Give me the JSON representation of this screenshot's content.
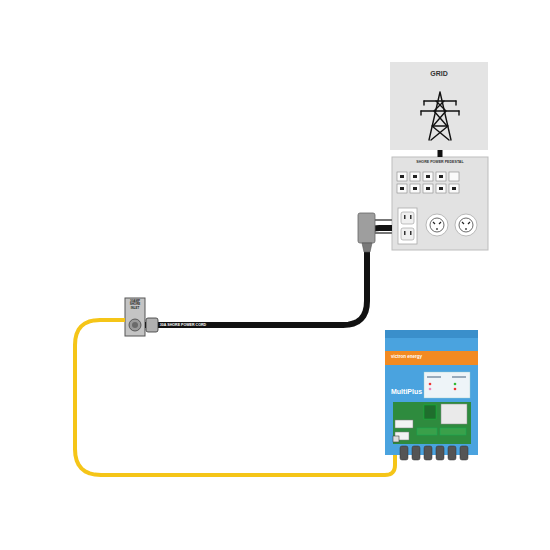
{
  "diagram": {
    "nodes": [
      {
        "text": [
          "GRID"
        ]
      },
      {
        "text": [
          "SHORE POWER PEDESTAL"
        ]
      },
      {
        "text": [
          "30AMP SHORE INLET"
        ]
      },
      {
        "text": [
          "victron energy",
          "MultiPlus"
        ]
      }
    ],
    "edges": [
      {
        "from": 0,
        "to": 1,
        "arrow": "none"
      },
      {
        "from": 1,
        "to": 2,
        "arrow": "none",
        "label": "30A SHORE POWER CORD"
      },
      {
        "from": 2,
        "to": 3,
        "arrow": "none"
      }
    ]
  }
}
